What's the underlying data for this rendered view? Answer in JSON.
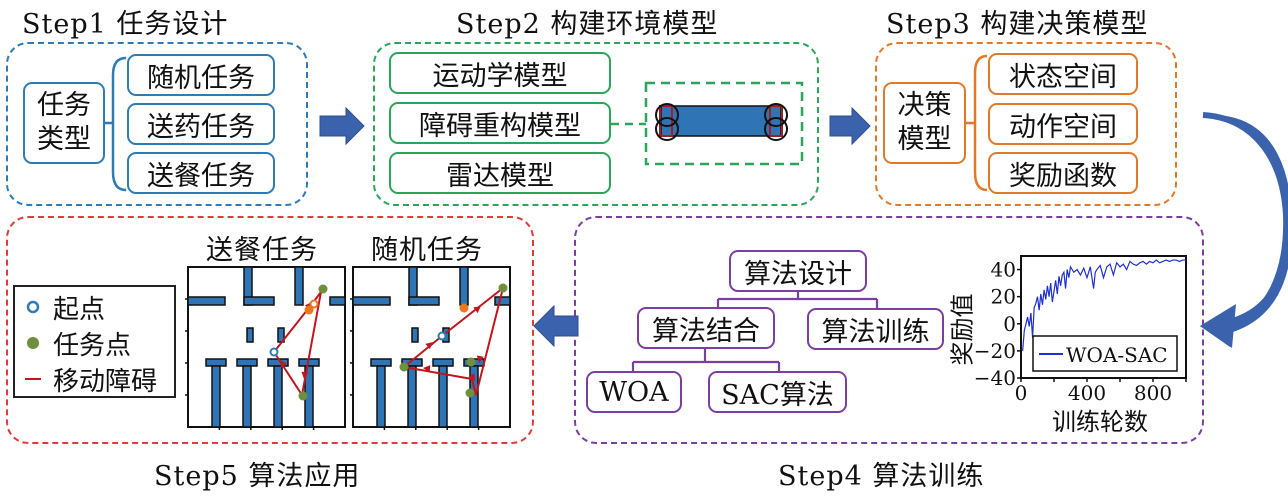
{
  "steps": {
    "step1": {
      "title": "Step1 任务设计",
      "root": [
        "任务",
        "类型"
      ],
      "items": [
        "随机任务",
        "送药任务",
        "送餐任务"
      ],
      "color": "#2e7bb6"
    },
    "step2": {
      "title": "Step2 构建环境模型",
      "items": [
        "运动学模型",
        "障碍重构模型",
        "雷达模型"
      ],
      "color": "#2aa55a",
      "illustration": "obstacle-reconstruction-circles"
    },
    "step3": {
      "title": "Step3 构建决策模型",
      "root": [
        "决策",
        "模型"
      ],
      "items": [
        "状态空间",
        "动作空间",
        "奖励函数"
      ],
      "color": "#e07a2a"
    },
    "step4": {
      "title": "Step4 算法训练",
      "color": "#7b3fa0",
      "tree": {
        "root": "算法设计",
        "level2": [
          "算法结合",
          "算法训练"
        ],
        "level3": [
          "WOA",
          "SAC算法"
        ]
      }
    },
    "step5": {
      "title": "Step5 算法应用",
      "color": "#e03c3c",
      "maps": [
        {
          "title": "送餐任务"
        },
        {
          "title": "随机任务"
        }
      ],
      "legend": [
        {
          "icon": "hollow-circle-icon",
          "label": "起点",
          "color": "#2e7bb6"
        },
        {
          "icon": "filled-circle-icon",
          "label": "任务点",
          "color": "#6e8f3c"
        },
        {
          "icon": "line-icon",
          "label": "移动障碍",
          "color": "#c0161c"
        }
      ]
    }
  },
  "arrows": {
    "color": "#3b62ad"
  },
  "chart_data": {
    "type": "line",
    "title": "",
    "xlabel": "训练轮数",
    "ylabel": "奖励值",
    "xlim": [
      0,
      1000
    ],
    "ylim": [
      -40,
      50
    ],
    "xticks": [
      "0",
      "400",
      "800"
    ],
    "yticks": [
      "−40",
      "−20",
      "0",
      "20",
      "40"
    ],
    "grid": false,
    "legend": {
      "position": "bottom-right",
      "entries": [
        "WOA-SAC"
      ]
    },
    "series": [
      {
        "name": "WOA-SAC",
        "color": "#1f2fd0",
        "x": [
          10,
          20,
          30,
          40,
          50,
          60,
          70,
          80,
          90,
          100,
          110,
          120,
          130,
          140,
          150,
          160,
          170,
          180,
          190,
          200,
          210,
          220,
          230,
          240,
          250,
          260,
          270,
          280,
          290,
          300,
          320,
          340,
          360,
          380,
          400,
          420,
          440,
          450,
          460,
          480,
          500,
          520,
          540,
          560,
          580,
          600,
          620,
          640,
          660,
          680,
          700,
          720,
          740,
          760,
          780,
          800,
          820,
          840,
          860,
          880,
          900,
          920,
          940,
          960,
          980,
          1000
        ],
        "y": [
          -20,
          -5,
          0,
          5,
          -2,
          8,
          -10,
          12,
          15,
          20,
          10,
          22,
          14,
          25,
          18,
          28,
          20,
          30,
          16,
          24,
          32,
          22,
          35,
          28,
          36,
          38,
          26,
          40,
          34,
          42,
          38,
          40,
          36,
          41,
          34,
          42,
          26,
          38,
          40,
          43,
          34,
          42,
          44,
          36,
          45,
          42,
          44,
          40,
          46,
          44,
          43,
          45,
          46,
          44,
          46,
          45,
          47,
          45,
          46,
          47,
          46,
          47,
          47,
          46,
          47,
          47
        ]
      }
    ]
  }
}
